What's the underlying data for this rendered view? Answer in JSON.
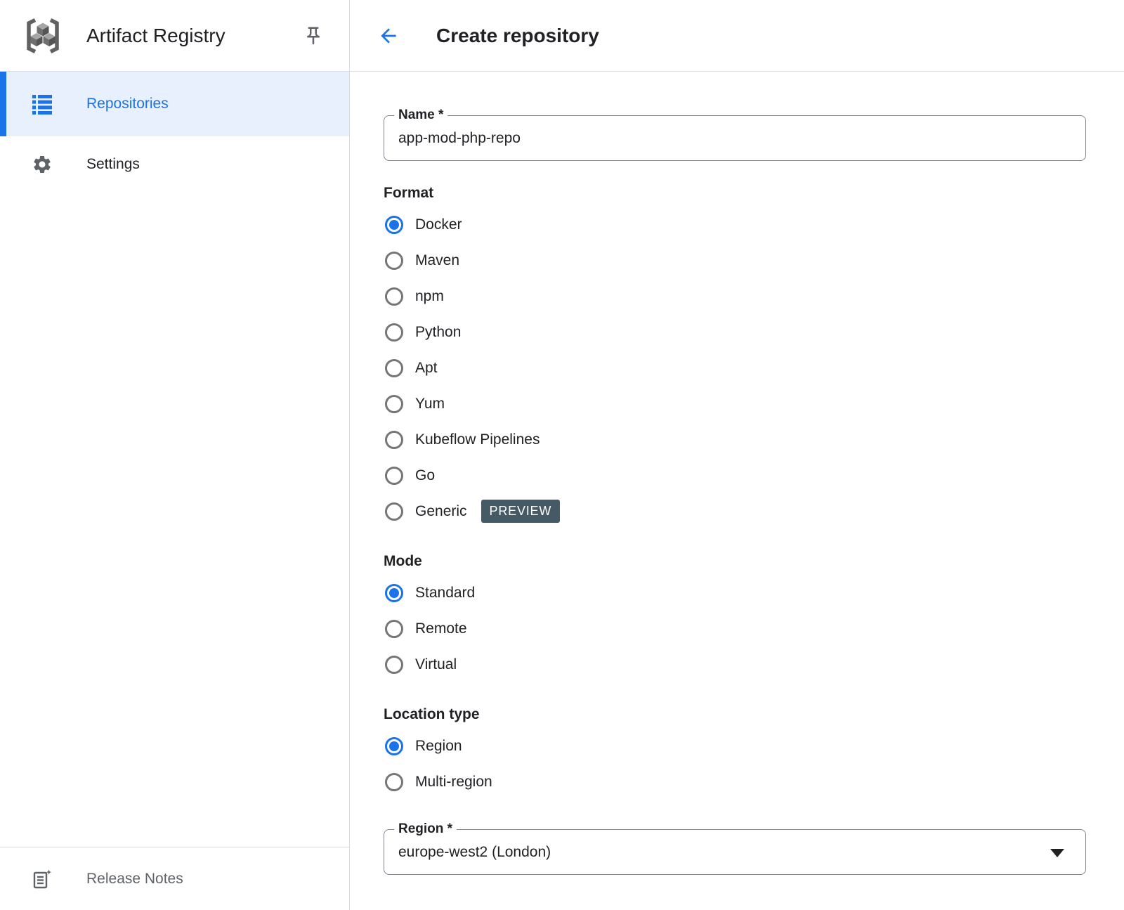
{
  "colors": {
    "accent": "#1a73e8",
    "active_item_bg": "#e8f0fe",
    "text_primary": "#202124",
    "text_secondary": "#5f6368",
    "divider": "#dadce0",
    "input_border": "#80868b",
    "preview_badge_bg": "#455a64",
    "preview_badge_text": "#ffffff"
  },
  "sidebar": {
    "title": "Artifact Registry",
    "logo_icon": "artifact-registry-logo",
    "pin_icon": "pin-icon",
    "items": [
      {
        "label": "Repositories",
        "icon": "list-icon",
        "active": true
      },
      {
        "label": "Settings",
        "icon": "gear-icon",
        "active": false
      }
    ],
    "footer": {
      "label": "Release Notes",
      "icon": "release-notes-icon"
    }
  },
  "header": {
    "back_icon": "back-arrow-icon",
    "title": "Create repository"
  },
  "form": {
    "name_field": {
      "label": "Name *",
      "value": "app-mod-php-repo"
    },
    "sections": [
      {
        "title": "Format",
        "options": [
          {
            "label": "Docker",
            "selected": true
          },
          {
            "label": "Maven",
            "selected": false
          },
          {
            "label": "npm",
            "selected": false
          },
          {
            "label": "Python",
            "selected": false
          },
          {
            "label": "Apt",
            "selected": false
          },
          {
            "label": "Yum",
            "selected": false
          },
          {
            "label": "Kubeflow Pipelines",
            "selected": false
          },
          {
            "label": "Go",
            "selected": false
          },
          {
            "label": "Generic",
            "selected": false,
            "badge": "PREVIEW"
          }
        ]
      },
      {
        "title": "Mode",
        "options": [
          {
            "label": "Standard",
            "selected": true
          },
          {
            "label": "Remote",
            "selected": false
          },
          {
            "label": "Virtual",
            "selected": false
          }
        ]
      },
      {
        "title": "Location type",
        "options": [
          {
            "label": "Region",
            "selected": true
          },
          {
            "label": "Multi-region",
            "selected": false
          }
        ]
      }
    ],
    "region_field": {
      "label": "Region *",
      "value": "europe-west2 (London)",
      "dropdown_icon": "dropdown-arrow-icon"
    }
  }
}
